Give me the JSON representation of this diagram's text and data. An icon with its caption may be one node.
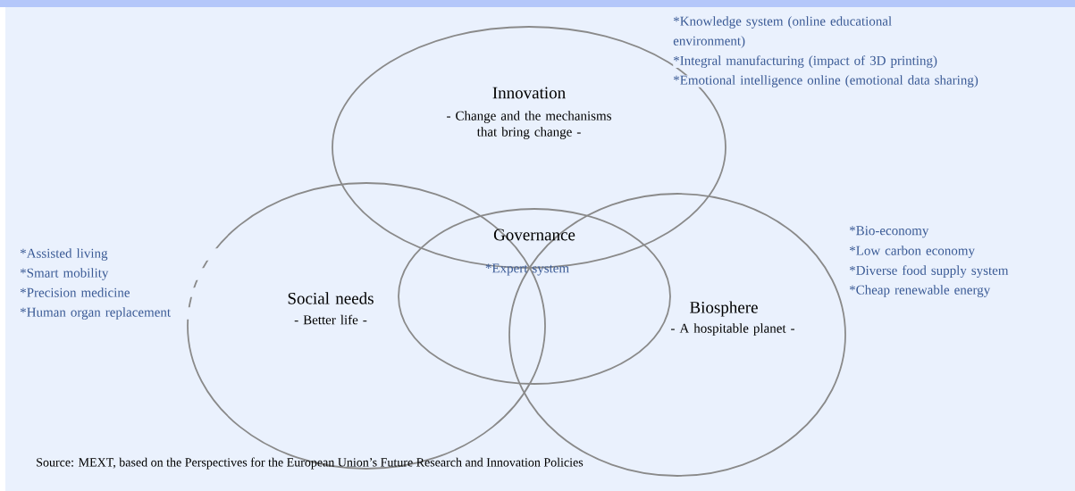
{
  "diagram": {
    "nodes": [
      {
        "text": [
          "Innovation",
          "- Change and the mechanisms that bring change -"
        ],
        "beside": [
          "*Knowledge system (online educational environment)",
          "*Integral manufacturing (impact of 3D printing)",
          "*Emotional intelligence online (emotional data sharing)"
        ]
      },
      {
        "text": [
          "Social needs",
          "- Better life -"
        ],
        "beside": [
          "*Assisted living",
          "*Smart mobility",
          "*Precision medicine",
          "*Human organ replacement"
        ]
      },
      {
        "text": [
          "Governance",
          "*Expert system"
        ]
      },
      {
        "text": [
          "Biosphere",
          "- A hospitable planet -"
        ],
        "beside": [
          "*Bio-economy",
          "*Low carbon economy",
          "*Diverse food supply system",
          "*Cheap renewable energy"
        ]
      }
    ],
    "labels": [
      "Source: MEXT, based on the Perspectives for the European Union’s Future Research and Innovation Policies"
    ]
  }
}
